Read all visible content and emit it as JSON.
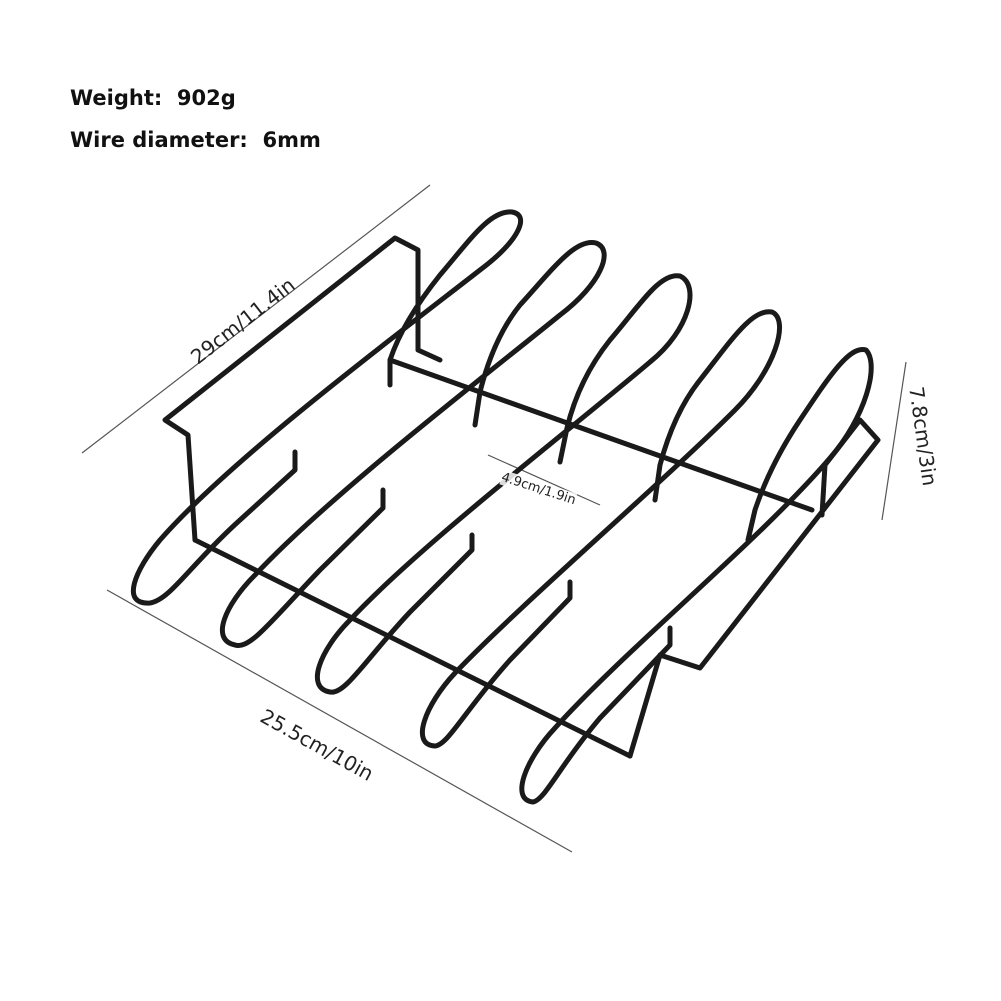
{
  "specs": {
    "weight_label": "Weight:",
    "weight_value": "902g",
    "wire_label": "Wire diameter:",
    "wire_value": "6mm"
  },
  "dimensions": {
    "length": "29cm/11.4in",
    "height": "7.8cm/3in",
    "width": "25.5cm/10in",
    "spacing": "4.9cm/1.9in"
  },
  "colors": {
    "wire": "#1a1a1a",
    "dimension_line": "#555555",
    "background": "#ffffff"
  }
}
